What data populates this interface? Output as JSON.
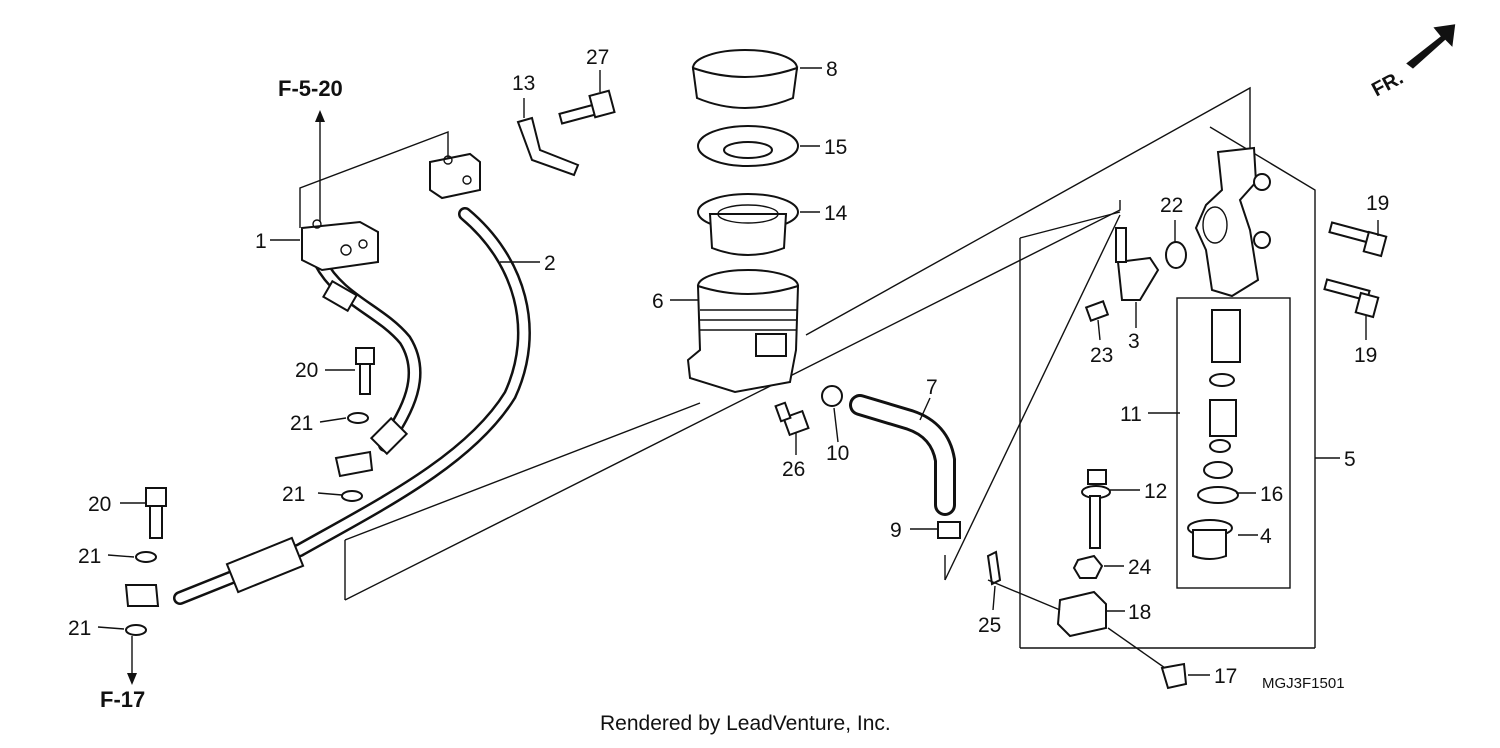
{
  "diagram": {
    "references": [
      "F-5-20",
      "F-17"
    ],
    "direction_label": "FR.",
    "drawing_code": "MGJ3F1501",
    "credit": "Rendered by LeadVenture, Inc.",
    "callouts": [
      "1",
      "2",
      "3",
      "4",
      "5",
      "6",
      "7",
      "8",
      "9",
      "10",
      "11",
      "12",
      "13",
      "14",
      "15",
      "16",
      "17",
      "18",
      "19",
      "19",
      "20",
      "20",
      "21",
      "21",
      "21",
      "21",
      "22",
      "23",
      "24",
      "25",
      "26",
      "27"
    ]
  }
}
